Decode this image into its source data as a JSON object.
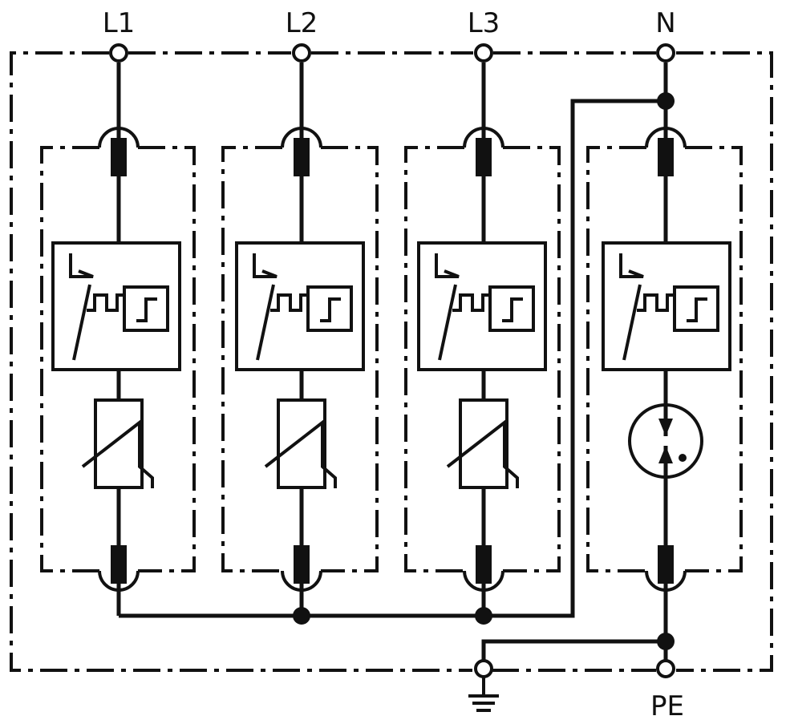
{
  "terminals": {
    "l1": "L1",
    "l2": "L2",
    "l3": "L3",
    "n": "N",
    "pe": "PE"
  },
  "icons": {
    "earth": "earth-ground-icon",
    "varistor": "varistor-icon",
    "spark_gap": "spark-gap-icon",
    "disconnector": "thermal-disconnector-icon"
  }
}
